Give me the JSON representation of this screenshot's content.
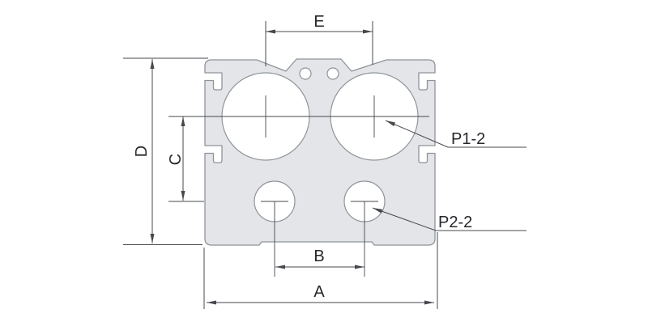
{
  "diagram": {
    "labels": {
      "dim_a": "A",
      "dim_b": "B",
      "dim_c": "C",
      "dim_d": "D",
      "dim_e": "E",
      "port1": "P1-2",
      "port2": "P2-2"
    },
    "colors": {
      "background": "#ffffff",
      "body_fill": "#e4e5e8",
      "outline": "#8f9499",
      "dimension": "#46484c",
      "text": "#26282b"
    }
  }
}
